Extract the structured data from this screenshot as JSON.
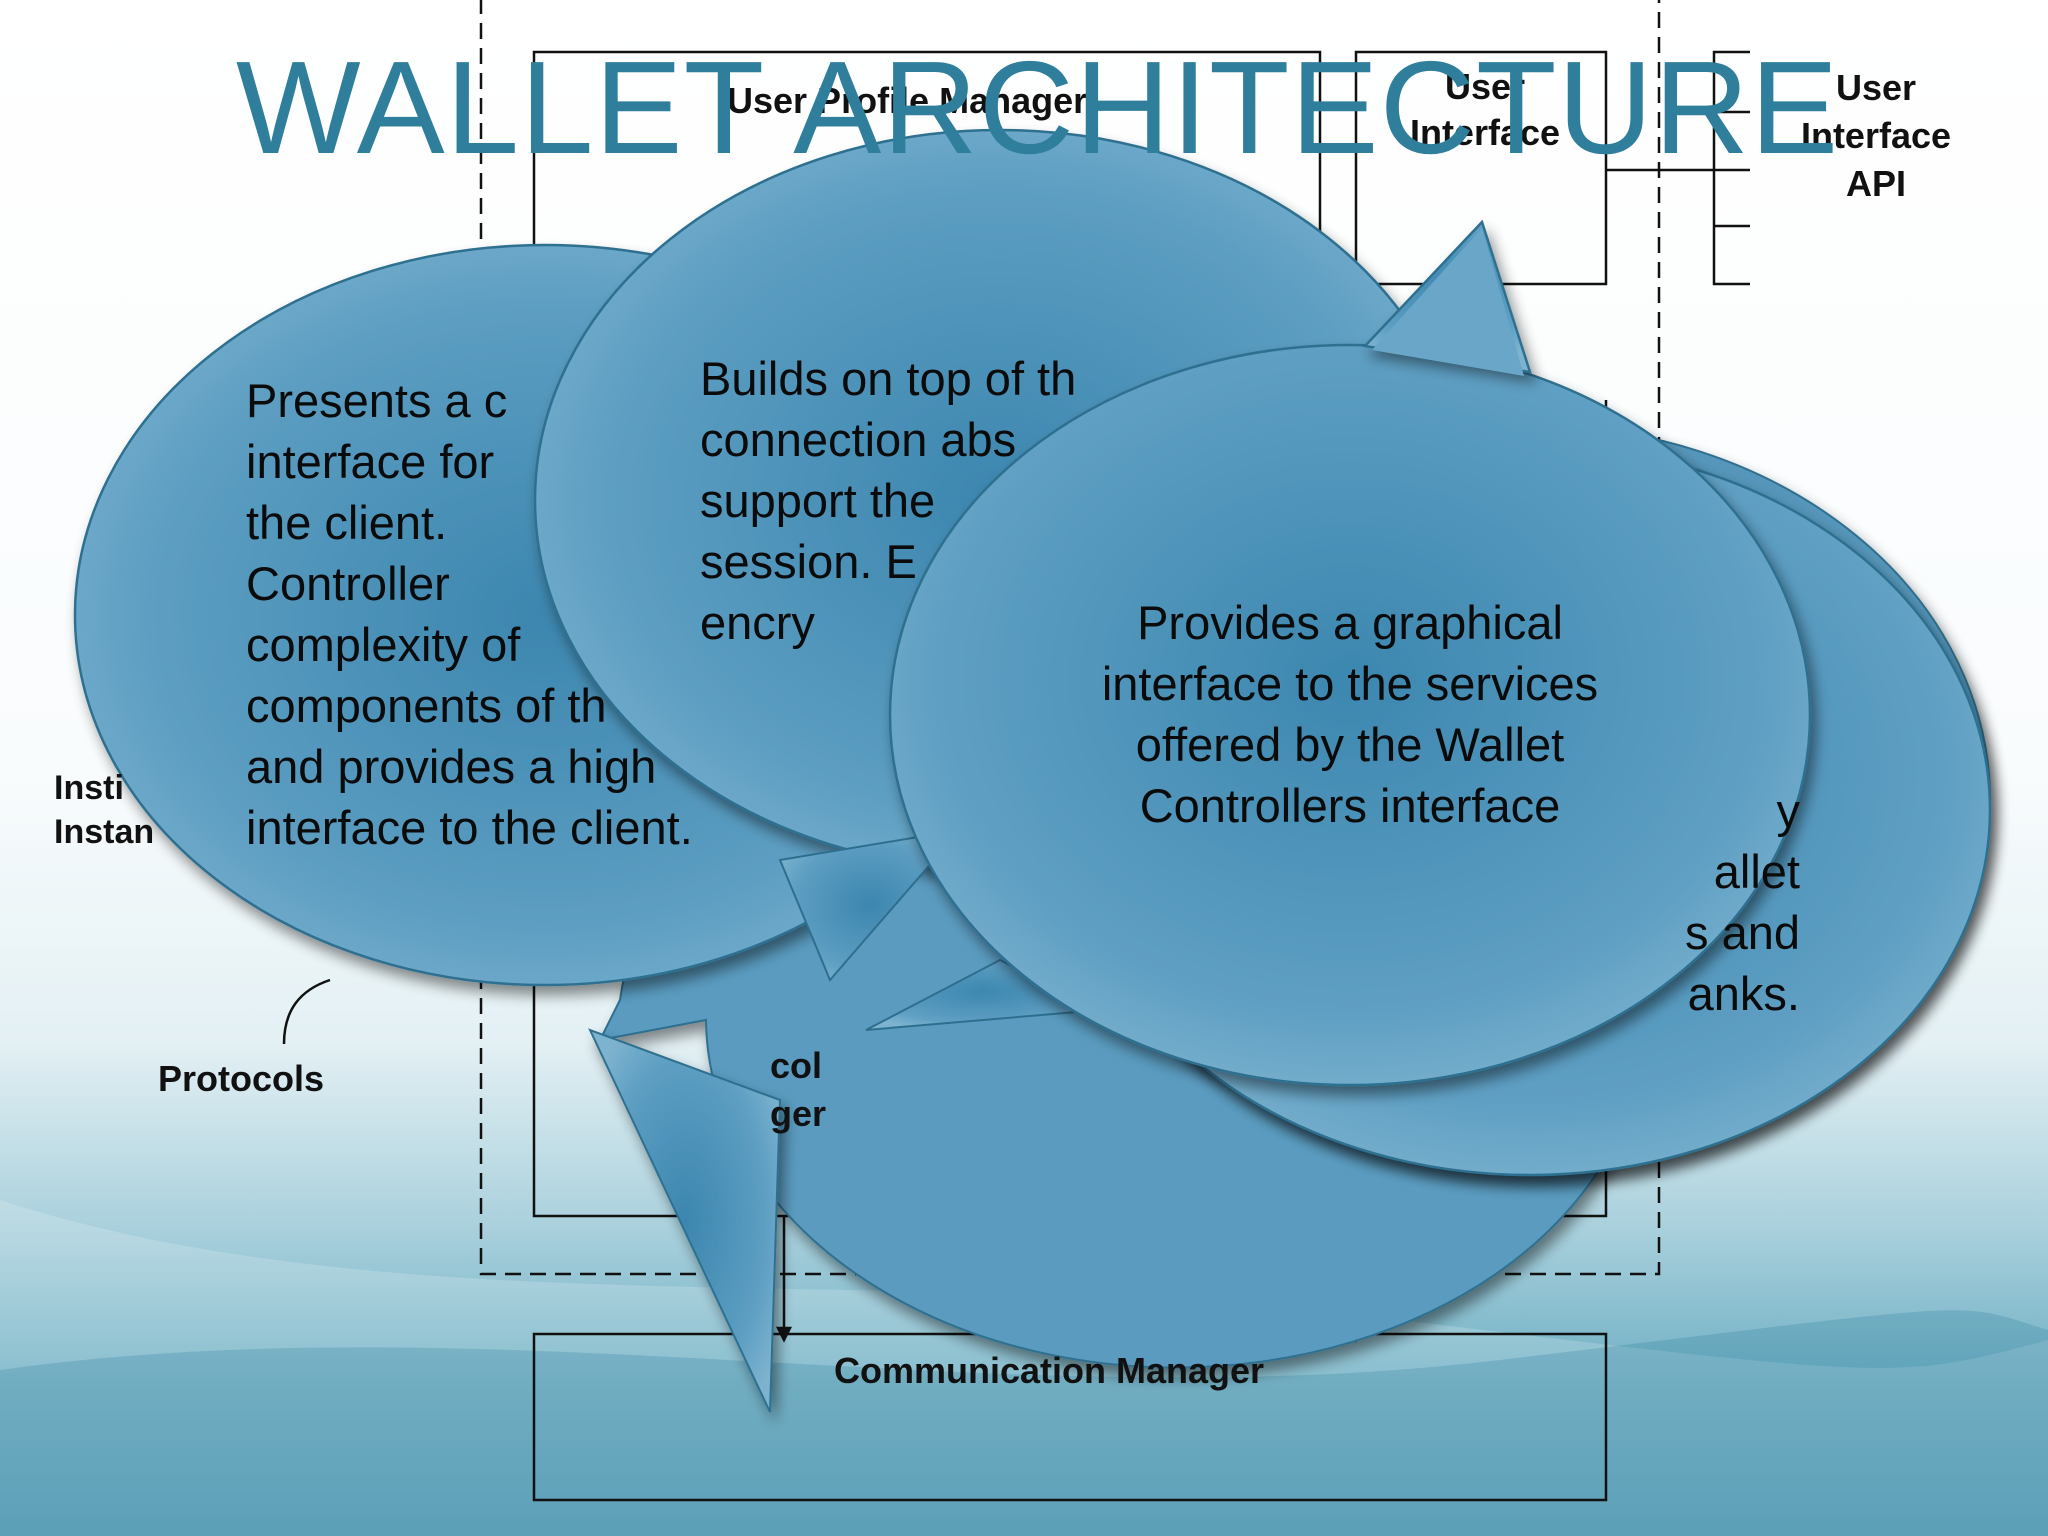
{
  "slide": {
    "title": "WALLET ARCHITECTURE"
  },
  "diagram": {
    "labels": {
      "user_profile_manager": "User Profile Manager",
      "user_interface": "User\nInterface",
      "user_interface_api": "User\nInterface\nAPI",
      "instances_fragment": "Insti\nInstan",
      "protocols": "Protocols",
      "protocol_manager_fragment": "col\nger",
      "communication_manager": "Communication Manager"
    }
  },
  "callouts": [
    {
      "id": "controller",
      "text": "Presents a c\ninterface for\nthe client.\n   Controller\ncomplexity of\ncomponents of th\nand provides a high\n   interface to the client."
    },
    {
      "id": "session",
      "text": "Builds on top of th\nconnection abs\nsupport the\nsession. E\nencry"
    },
    {
      "id": "hidden",
      "text": "y\nallet\ns and\nanks."
    },
    {
      "id": "ui",
      "text": "Provides a graphical\ninterface to the services\noffered by the Wallet\nControllers interface"
    }
  ],
  "colors": {
    "title": "#2f7f9c",
    "bubble_fill": "#5d9ec0",
    "bubble_center": "#3f87b0",
    "bubble_edge": "#2e6f90",
    "bg_top": "#ffffff",
    "bg_bottom": "#3f93ad"
  }
}
